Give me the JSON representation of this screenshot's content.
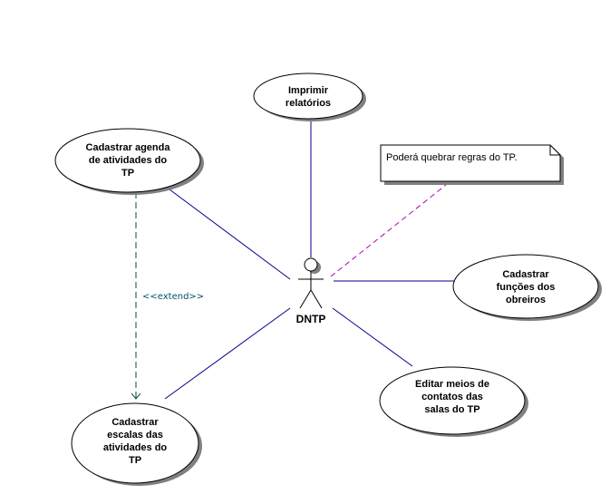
{
  "actor": {
    "name": "DNTP",
    "icon": "stick-figure-actor-icon"
  },
  "use_cases": [
    {
      "id": "imprimir",
      "lines": [
        "Imprimir",
        "relatórios"
      ]
    },
    {
      "id": "agenda",
      "lines": [
        "Cadastrar agenda",
        "de atividades do",
        "TP"
      ]
    },
    {
      "id": "funcoes",
      "lines": [
        "Cadastrar",
        "funções dos",
        "obreiros"
      ]
    },
    {
      "id": "contatos",
      "lines": [
        "Editar meios de",
        "contatos das",
        "salas do TP"
      ]
    },
    {
      "id": "escalas",
      "lines": [
        "Cadastrar",
        "escalas das",
        "atividades do",
        "TP"
      ]
    }
  ],
  "note": {
    "text": "Poderá quebrar regras do TP."
  },
  "extend": {
    "label": "<<extend>>",
    "from": "agenda",
    "to": "escalas"
  },
  "colors": {
    "association": "#00008B",
    "extend": "#004D40",
    "extend_label": "#00506E",
    "note_link": "#B000B0",
    "shadow": "#808080"
  }
}
